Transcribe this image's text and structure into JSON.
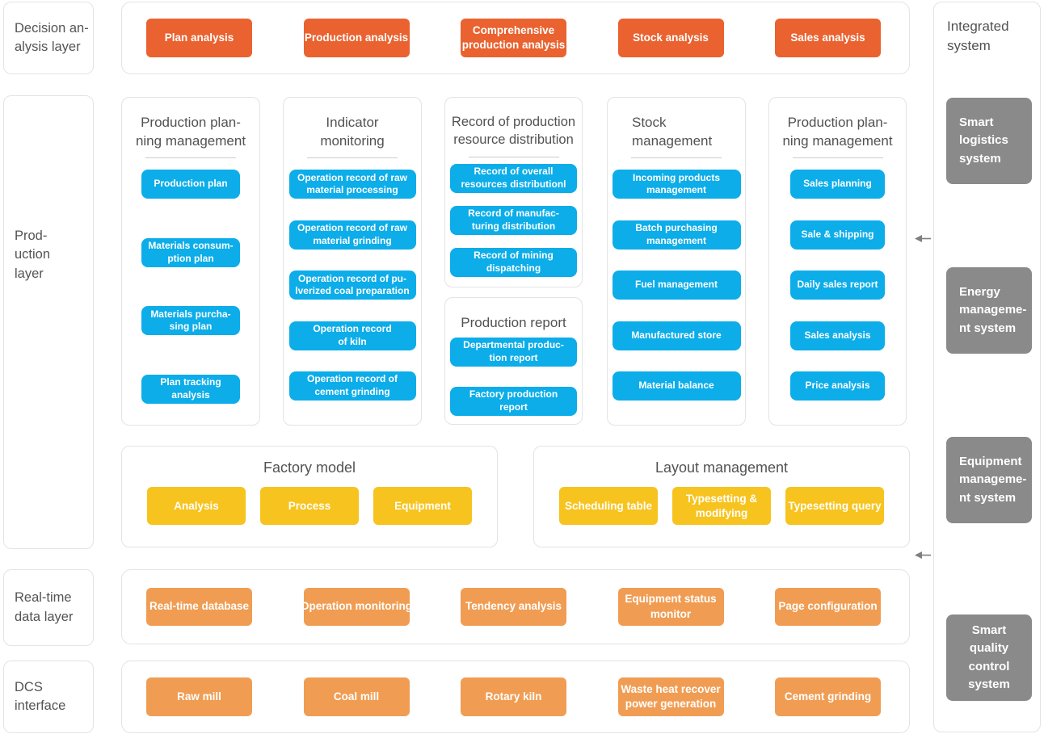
{
  "colors": {
    "decision_orange": "#E9622F",
    "realtime_dcs_orange": "#F09D53",
    "module_blue": "#0CADE9",
    "model_yellow": "#F7C31E",
    "integrated_gray": "#8A8A8A",
    "title_text": "#525252",
    "card_border": "#E3E3E3"
  },
  "left_layers": {
    "decision": "Decision an-\nalysis layer",
    "production": "Prod-\nuction\nlayer",
    "realtime": "Real-time\ndata layer",
    "dcs": "DCS\ninterface"
  },
  "decision_row": {
    "buttons": [
      "Plan analysis",
      "Production analysis",
      "Comprehensive\nproduction analysis",
      "Stock analysis",
      "Sales analysis"
    ]
  },
  "production_cards": [
    {
      "title": "Production plan-\nning management",
      "buttons": [
        "Production plan",
        "Materials consum-\nption plan",
        "Materials purcha-\nsing plan",
        "Plan tracking\nanalysis"
      ]
    },
    {
      "title": "Indicator\nmonitoring",
      "buttons": [
        "Operation record of raw\nmaterial processing",
        "Operation record of raw\nmaterial grinding",
        "Operation record of pu-\nlverized coal preparation",
        "Operation record\nof kiln",
        "Operation record of\ncement grinding"
      ]
    },
    {
      "title": "Record of production\nresource distribution",
      "buttons": [
        "Record of overall\nresources distributionl",
        "Record of manufac-\nturing distribution",
        "Record of mining\ndispatching"
      ]
    },
    {
      "title": "Production report",
      "buttons": [
        "Departmental produc-\ntion report",
        "Factory production\nreport"
      ]
    },
    {
      "title": "Stock\nmanagement",
      "buttons": [
        "Incoming products\nmanagement",
        "Batch purchasing\nmanagement",
        "Fuel management",
        "Manufactured store",
        "Material balance"
      ]
    },
    {
      "title": "Production plan-\nning management",
      "buttons": [
        "Sales planning",
        "Sale & shipping",
        "Daily sales report",
        "Sales analysis",
        "Price analysis"
      ]
    }
  ],
  "factory_model": {
    "title": "Factory model",
    "buttons": [
      "Analysis",
      "Process",
      "Equipment"
    ]
  },
  "layout_management": {
    "title": "Layout management",
    "buttons": [
      "Scheduling table",
      "Typesetting &\nmodifying",
      "Typesetting query"
    ]
  },
  "realtime_row": {
    "buttons": [
      "Real-time database",
      "Operation monitoring",
      "Tendency analysis",
      "Equipment status\nmonitor",
      "Page configuration"
    ]
  },
  "dcs_row": {
    "buttons": [
      "Raw mill",
      "Coal mill",
      "Rotary kiln",
      "Waste heat recover\npower generation",
      "Cement grinding"
    ]
  },
  "integrated": {
    "title": "Integrated\nsystem",
    "systems": [
      "Smart\nlogistics\nsystem",
      "Energy\nmanageme-\nnt system",
      "Equipment\nmanageme-\nnt system",
      "Smart\nquality\ncontrol\nsystem"
    ]
  }
}
